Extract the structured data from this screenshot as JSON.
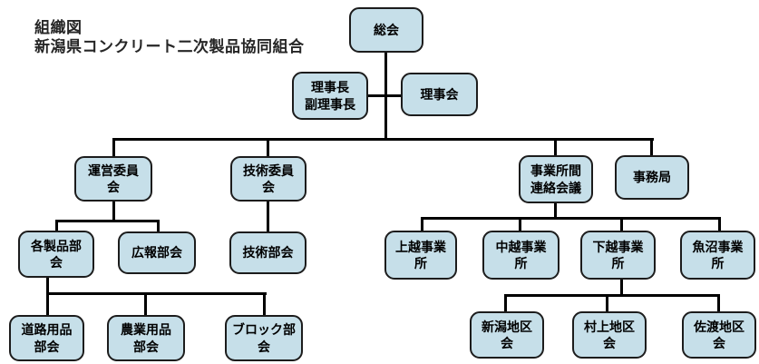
{
  "title": {
    "line1": "組織図",
    "line2": "新潟県コンクリート二次製品協同組合"
  },
  "colors": {
    "box_fill": "#c6dfe9",
    "box_border": "#1c1c1c",
    "connector": "#000000",
    "background": "#ffffff",
    "text": "#000000"
  },
  "nodes": {
    "soukai": {
      "label": "総会"
    },
    "rijicho": {
      "label": "理事長\n副理事長"
    },
    "rijikai": {
      "label": "理事会"
    },
    "unei": {
      "label": "運営委員\n会"
    },
    "giin": {
      "label": "技術委員\n会"
    },
    "jigyo": {
      "label": "事業所間\n連絡会議"
    },
    "jimu": {
      "label": "事務局"
    },
    "kaku": {
      "label": "各製品部\n会"
    },
    "koho": {
      "label": "広報部会"
    },
    "gibu": {
      "label": "技術部会"
    },
    "joetsu": {
      "label": "上越事業\n所"
    },
    "chuetsu": {
      "label": "中越事業\n所"
    },
    "kaetsu": {
      "label": "下越事業\n所"
    },
    "uonuma": {
      "label": "魚沼事業\n所"
    },
    "doro": {
      "label": "道路用品\n部会"
    },
    "nogyo": {
      "label": "農業用品\n部会"
    },
    "block": {
      "label": "ブロック部\n会"
    },
    "niigata": {
      "label": "新潟地区\n会"
    },
    "murakami": {
      "label": "村上地区\n会"
    },
    "sado": {
      "label": "佐渡地区\n会"
    }
  }
}
